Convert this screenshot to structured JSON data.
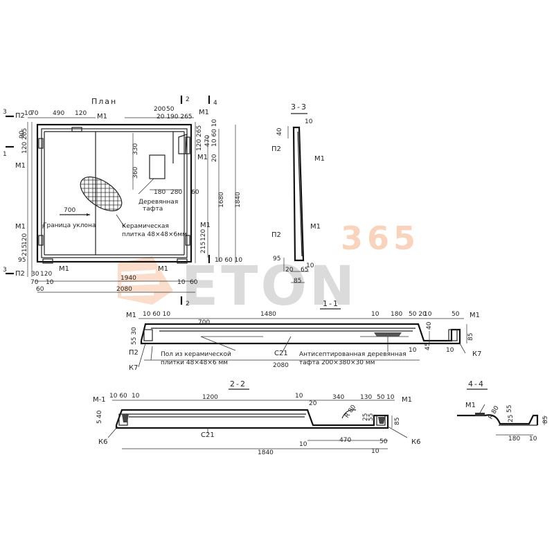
{
  "watermark": {
    "number": "365",
    "brand": "ETON",
    "number_color": "#f2a06b",
    "brand_color": "#9a9a9a"
  },
  "titles": {
    "plan": "План",
    "s33": "3-3",
    "s11": "1-1",
    "s22": "2-2",
    "s44": "4-4"
  },
  "plan": {
    "cut_marks": {
      "one": "1",
      "two": "2",
      "three": "3",
      "four": "4"
    },
    "elements": {
      "p2": "П2",
      "m1": "М1"
    },
    "notes": {
      "wood_top": "Деревянная",
      "wood_bottom": "тафта",
      "slope_border": "Граница уклона",
      "ceramic_top": "Керамическая",
      "ceramic_bottom": "плитка 48×48×6мм"
    },
    "dims": {
      "d10": "10",
      "d70": "70",
      "d490": "490",
      "d120": "120",
      "d90": "90",
      "d120_265": "120 265",
      "d200": "200",
      "d50": "50",
      "d20_190_265": "20 190 265",
      "d120_265b": "120 265",
      "d470": "470",
      "d10_60_10": "10 60 10",
      "d330": "330",
      "d360": "360",
      "d180": "180",
      "d280": "280",
      "d60": "60",
      "d20": "20",
      "d700": "700",
      "d1680": "1680",
      "d1840": "1840",
      "d120b": "120",
      "d215": "215",
      "d95": "95",
      "d30": "30",
      "d10_60_10b": "10 60 10",
      "d1940": "1940",
      "d2080": "2080"
    }
  },
  "s33": {
    "elements": {
      "p2": "П2",
      "m1": "М1"
    },
    "dims": {
      "d40": "40",
      "d10": "10",
      "d95": "95",
      "d20": "20",
      "d65": "65",
      "d85": "85"
    }
  },
  "s11": {
    "elements": {
      "m1": "М1",
      "p2": "П2",
      "k7": "К7",
      "c21": "С21"
    },
    "notes": {
      "floor_top": "Пол из керамической",
      "floor_bottom": "плитки 48×48×6 мм",
      "wood_top": "Антисептированная деревянная",
      "wood_bottom": "тафта 200×380×30 мм"
    },
    "dims": {
      "d10_60_10": "10 60 10",
      "d700": "700",
      "d1480": "1480",
      "d10": "10",
      "d180": "180",
      "d50_20": "50 20",
      "d40": "40",
      "d50": "50",
      "d55_30": "55 30",
      "d45": "45",
      "d85": "85",
      "d2080": "2080"
    }
  },
  "s22": {
    "elements": {
      "m1": "М-1",
      "m1b": "М1",
      "k6": "К6",
      "c21": "С21"
    },
    "dims": {
      "d10_60": "10 60",
      "d10": "10",
      "d1200": "1200",
      "d340": "340",
      "d130": "130",
      "d50": "50",
      "d20": "20",
      "d5": "5",
      "d40": "40",
      "r80": "R 80",
      "d25": "25",
      "d55": "55",
      "d85": "85",
      "d470": "470",
      "d1840": "1840"
    }
  },
  "s44": {
    "elements": {
      "m1": "М1"
    },
    "dims": {
      "r80": "R 80",
      "d55": "55",
      "d25": "25",
      "d85": "85",
      "d180": "180",
      "d10": "10"
    }
  }
}
